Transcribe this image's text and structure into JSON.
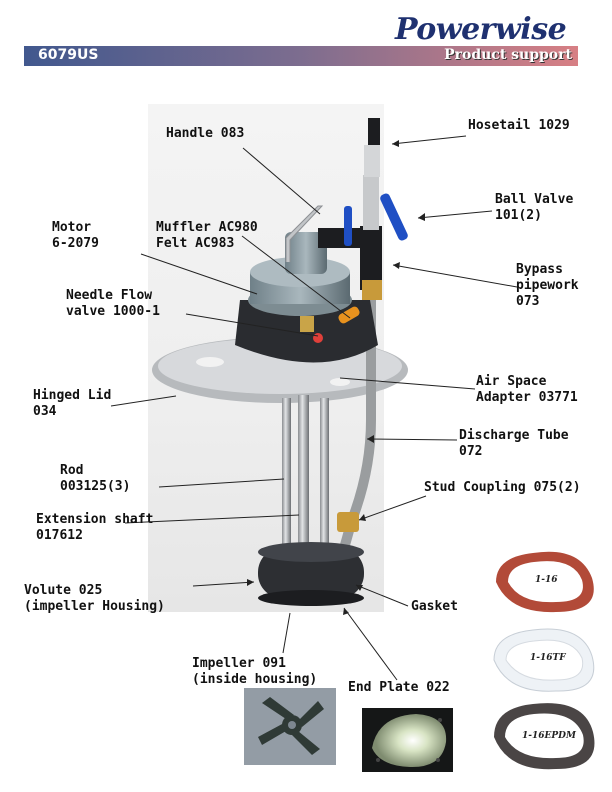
{
  "header": {
    "brand": "Powerwise",
    "model_code": "6079US",
    "section": "Product support"
  },
  "labels": {
    "hosetail": "Hosetail 1029",
    "handle": "Handle 083",
    "ball_valve": "Ball Valve\n101(2)",
    "motor": "Motor\n6-2079",
    "muffler": "Muffler AC980\nFelt AC983",
    "bypass": "Bypass\npipework\n073",
    "needle": "Needle Flow\nvalve 1000-1",
    "hinged_lid": "Hinged Lid\n034",
    "air_space": "Air Space\nAdapter 03771",
    "discharge": "Discharge Tube\n072",
    "rod": "Rod\n003125(3)",
    "stud": "Stud Coupling 075(2)",
    "extension": "Extension shaft\n017612",
    "volute": "Volute 025\n(impeller Housing)",
    "gasket": "Gasket",
    "impeller": "Impeller 091\n(inside housing)",
    "end_plate": "End Plate 022"
  },
  "gaskets": {
    "red": "1-16",
    "white": "1-16TF",
    "black": "1-16EPDM"
  },
  "colors": {
    "brand": "#1f3170",
    "banner_start": "#41588e",
    "banner_end": "#d77f84",
    "gasket_red": "#b24a38",
    "gasket_white": "#eef2f6",
    "gasket_black": "#4a4545",
    "valve_blue": "#1f4fc4",
    "muffler_orange": "#e8921e",
    "volute": "#2d2f33"
  }
}
